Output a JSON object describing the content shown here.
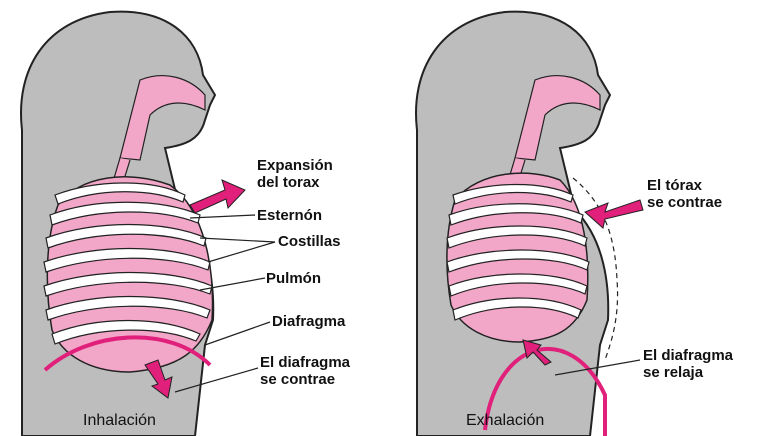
{
  "colors": {
    "body": "#bdbdbd",
    "outline": "#222222",
    "lung": "#f2a7c8",
    "rib": "#ffffff",
    "arrow": "#e0207a",
    "background": "#ffffff"
  },
  "icons": {
    "arrow": "magenta-arrow-icon"
  },
  "inhalation": {
    "caption": "Inhalación",
    "labels": {
      "expansion": "Expansión\ndel torax",
      "sternum": "Esternón",
      "ribs": "Costillas",
      "lung": "Pulmón",
      "diaphragm": "Diafragma",
      "diaphragm_action": "El diafragma\nse contrae"
    }
  },
  "exhalation": {
    "caption": "Exhalación",
    "labels": {
      "thorax_action": "El tórax\nse contrae",
      "diaphragm_action": "El diafragma\nse relaja"
    }
  }
}
